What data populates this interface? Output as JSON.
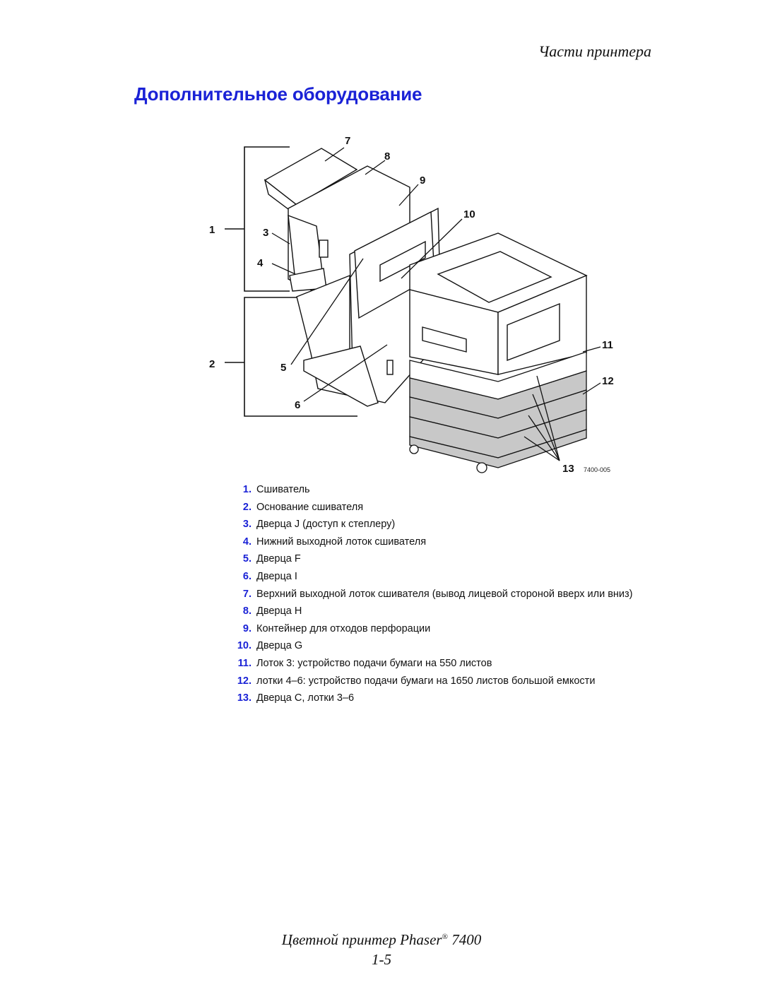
{
  "header": {
    "section": "Части принтера"
  },
  "page_title": "Дополнительное оборудование",
  "figure": {
    "callouts": [
      "1",
      "2",
      "3",
      "4",
      "5",
      "6",
      "7",
      "8",
      "9",
      "10",
      "11",
      "12",
      "13"
    ],
    "figure_id": "7400-005"
  },
  "legend": [
    {
      "num": "1.",
      "text": "Сшиватель"
    },
    {
      "num": "2.",
      "text": "Основание сшивателя"
    },
    {
      "num": "3.",
      "text": "Дверца J (доступ к степлеру)"
    },
    {
      "num": "4.",
      "text": "Нижний выходной лоток сшивателя"
    },
    {
      "num": "5.",
      "text": "Дверца F"
    },
    {
      "num": "6.",
      "text": "Дверца I"
    },
    {
      "num": "7.",
      "text": "Верхний выходной лоток сшивателя (вывод лицевой стороной вверх или вниз)"
    },
    {
      "num": "8.",
      "text": "Дверца H"
    },
    {
      "num": "9.",
      "text": "Контейнер для отходов перфорации"
    },
    {
      "num": "10.",
      "text": "Дверца G"
    },
    {
      "num": "11.",
      "text": "Лоток 3: устройство подачи бумаги на 550 листов"
    },
    {
      "num": "12.",
      "text": "лотки 4–6: устройство подачи бумаги на 1650 листов большой емкости"
    },
    {
      "num": "13.",
      "text": "Дверца C, лотки 3–6"
    }
  ],
  "footer": {
    "product_prefix": "Цветной принтер Phaser",
    "trademark": "®",
    "model": "7400",
    "page_number": "1-5"
  },
  "colors": {
    "heading_blue": "#1a22d6",
    "tray_gray": "#c8c8c8"
  }
}
